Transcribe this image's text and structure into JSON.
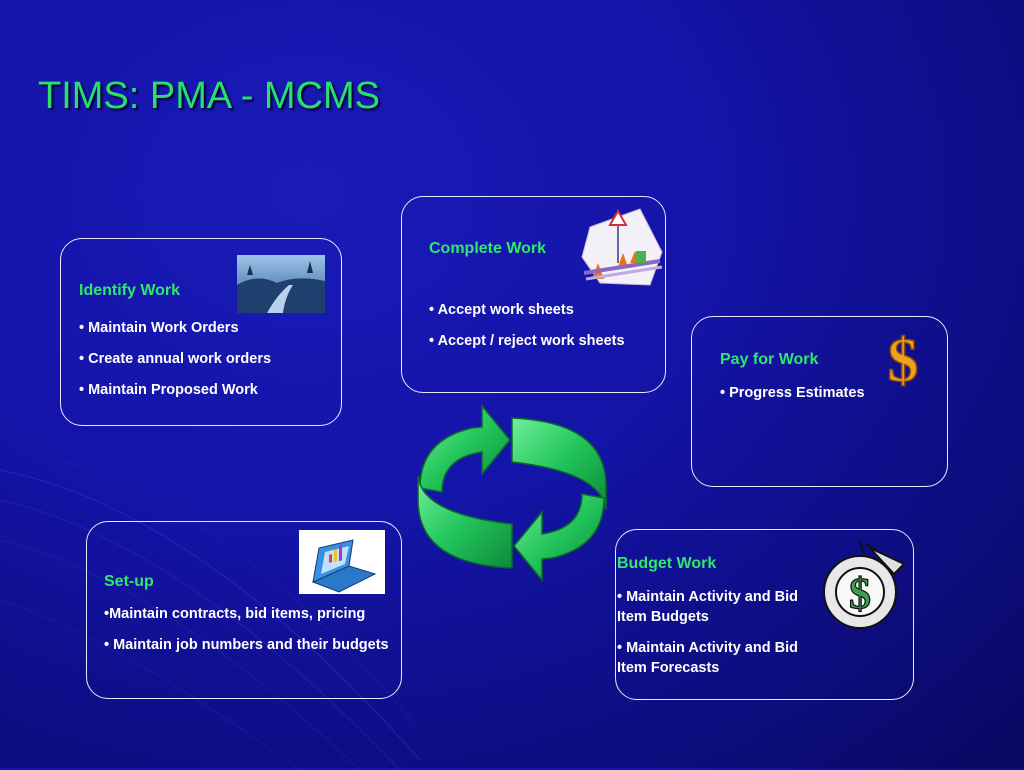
{
  "slide": {
    "title": "TIMS: PMA - MCMS"
  },
  "boxes": {
    "identify": {
      "title": "Identify Work",
      "items": [
        "• Maintain Work Orders",
        "• Create annual work orders",
        "• Maintain Proposed Work"
      ]
    },
    "complete": {
      "title": "Complete Work",
      "items": [
        "• Accept work sheets",
        "• Accept / reject work sheets"
      ]
    },
    "pay": {
      "title": "Pay for Work",
      "items": [
        "• Progress Estimates"
      ]
    },
    "setup": {
      "title": "Set-up",
      "items": [
        "•Maintain contracts, bid items, pricing",
        "• Maintain job numbers and their budgets"
      ]
    },
    "budget": {
      "title": "Budget Work",
      "items": [
        "• Maintain Activity and Bid Item Budgets",
        "• Maintain Activity  and Bid Item Forecasts"
      ]
    }
  },
  "icons": {
    "identify": "road-photo-icon",
    "complete": "traffic-cones-icon",
    "pay": "dollar-sign-icon",
    "setup": "laptop-chart-icon",
    "budget": "money-coin-icon",
    "center": "cycle-arrows-icon"
  },
  "colors": {
    "background": "#1414a8",
    "accent": "#2ee86e",
    "text": "#ffffff"
  }
}
